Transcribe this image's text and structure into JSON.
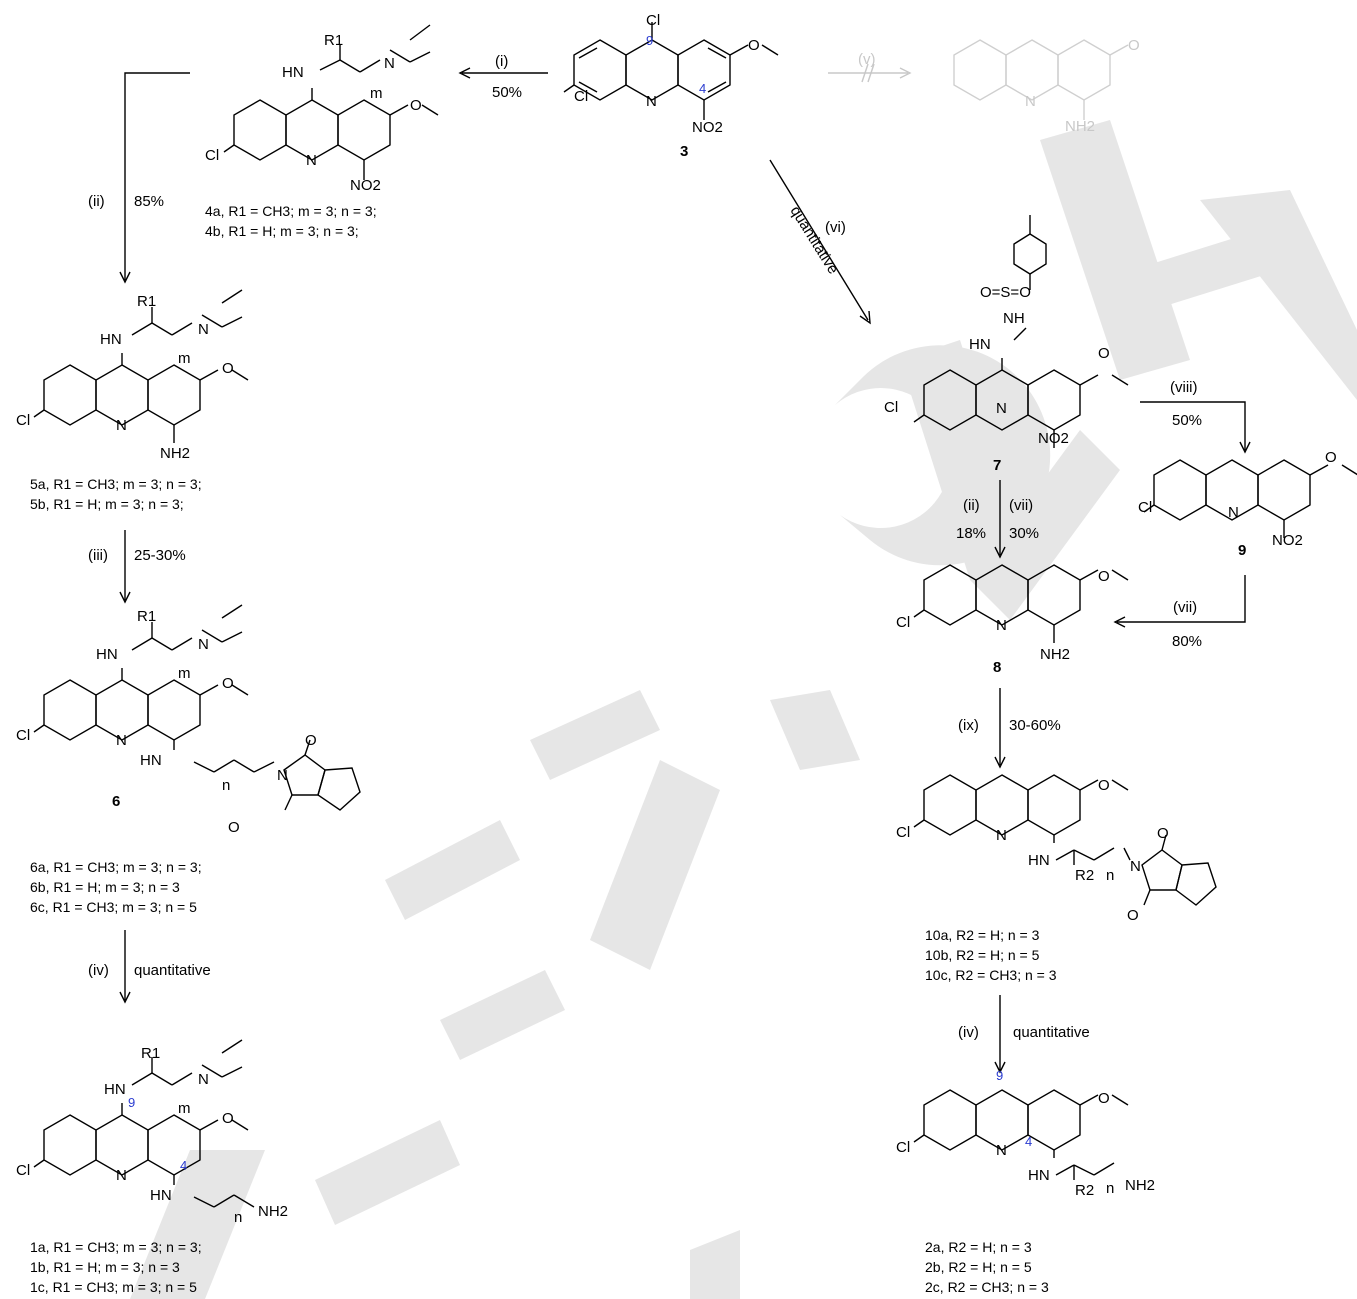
{
  "conditions": {
    "i": "(i)",
    "ii": "(ii)",
    "iii": "(iii)",
    "iv": "(iv)",
    "v": "(v)",
    "vi": "(vi)",
    "vii": "(vii)",
    "viii": "(viii)",
    "ix": "(ix)"
  },
  "yields": {
    "step_i": "50%",
    "step_ii_left": "85%",
    "step_iii": "25-30%",
    "step_iv_left": "quantitative",
    "step_vi": "quantitative",
    "step_viii": "50%",
    "step_ii_right": "18%",
    "step_vii_right": "30%",
    "step_vii_9to8": "80%",
    "step_ix": "30-60%",
    "step_iv_right": "quantitative"
  },
  "compounds": {
    "c3": "3",
    "c6": "6",
    "c7": "7",
    "c8": "8",
    "c9": "9"
  },
  "atoms": {
    "cl": "Cl",
    "n": "N",
    "hn": "HN",
    "nh": "NH",
    "o": "O",
    "nh2": "NH2",
    "no2": "NO2",
    "r1": "R1",
    "r2": "R2",
    "m": "m",
    "n_chain": "n",
    "sulfonyl": "O=S=O",
    "pos9": "9",
    "pos4": "4"
  },
  "series_labels": {
    "s4a": "4a, R1 = CH3; m = 3; n = 3;",
    "s4b": "4b, R1 = H; m = 3; n = 3;",
    "s5a": "5a, R1 = CH3; m = 3; n = 3;",
    "s5b": "5b, R1 = H; m = 3; n = 3;",
    "s6a": "6a, R1 = CH3; m = 3; n = 3;",
    "s6b": "6b, R1 = H; m = 3; n = 3",
    "s6c": "6c, R1 = CH3; m = 3; n = 5",
    "s1a": "1a, R1 = CH3; m = 3; n = 3;",
    "s1b": "1b, R1 = H; m = 3; n = 3",
    "s1c": "1c, R1 = CH3; m = 3; n = 5",
    "s10a": "10a, R2 = H; n = 3",
    "s10b": "10b, R2 = H; n = 5",
    "s10c": "10c, R2 = CH3; n = 3",
    "s2a": "2a, R2 = H; n = 3",
    "s2b": "2b, R2 = H; n = 5",
    "s2c": "2c, R2 = CH3; n = 3"
  },
  "watermark": "WILEY-VCH"
}
